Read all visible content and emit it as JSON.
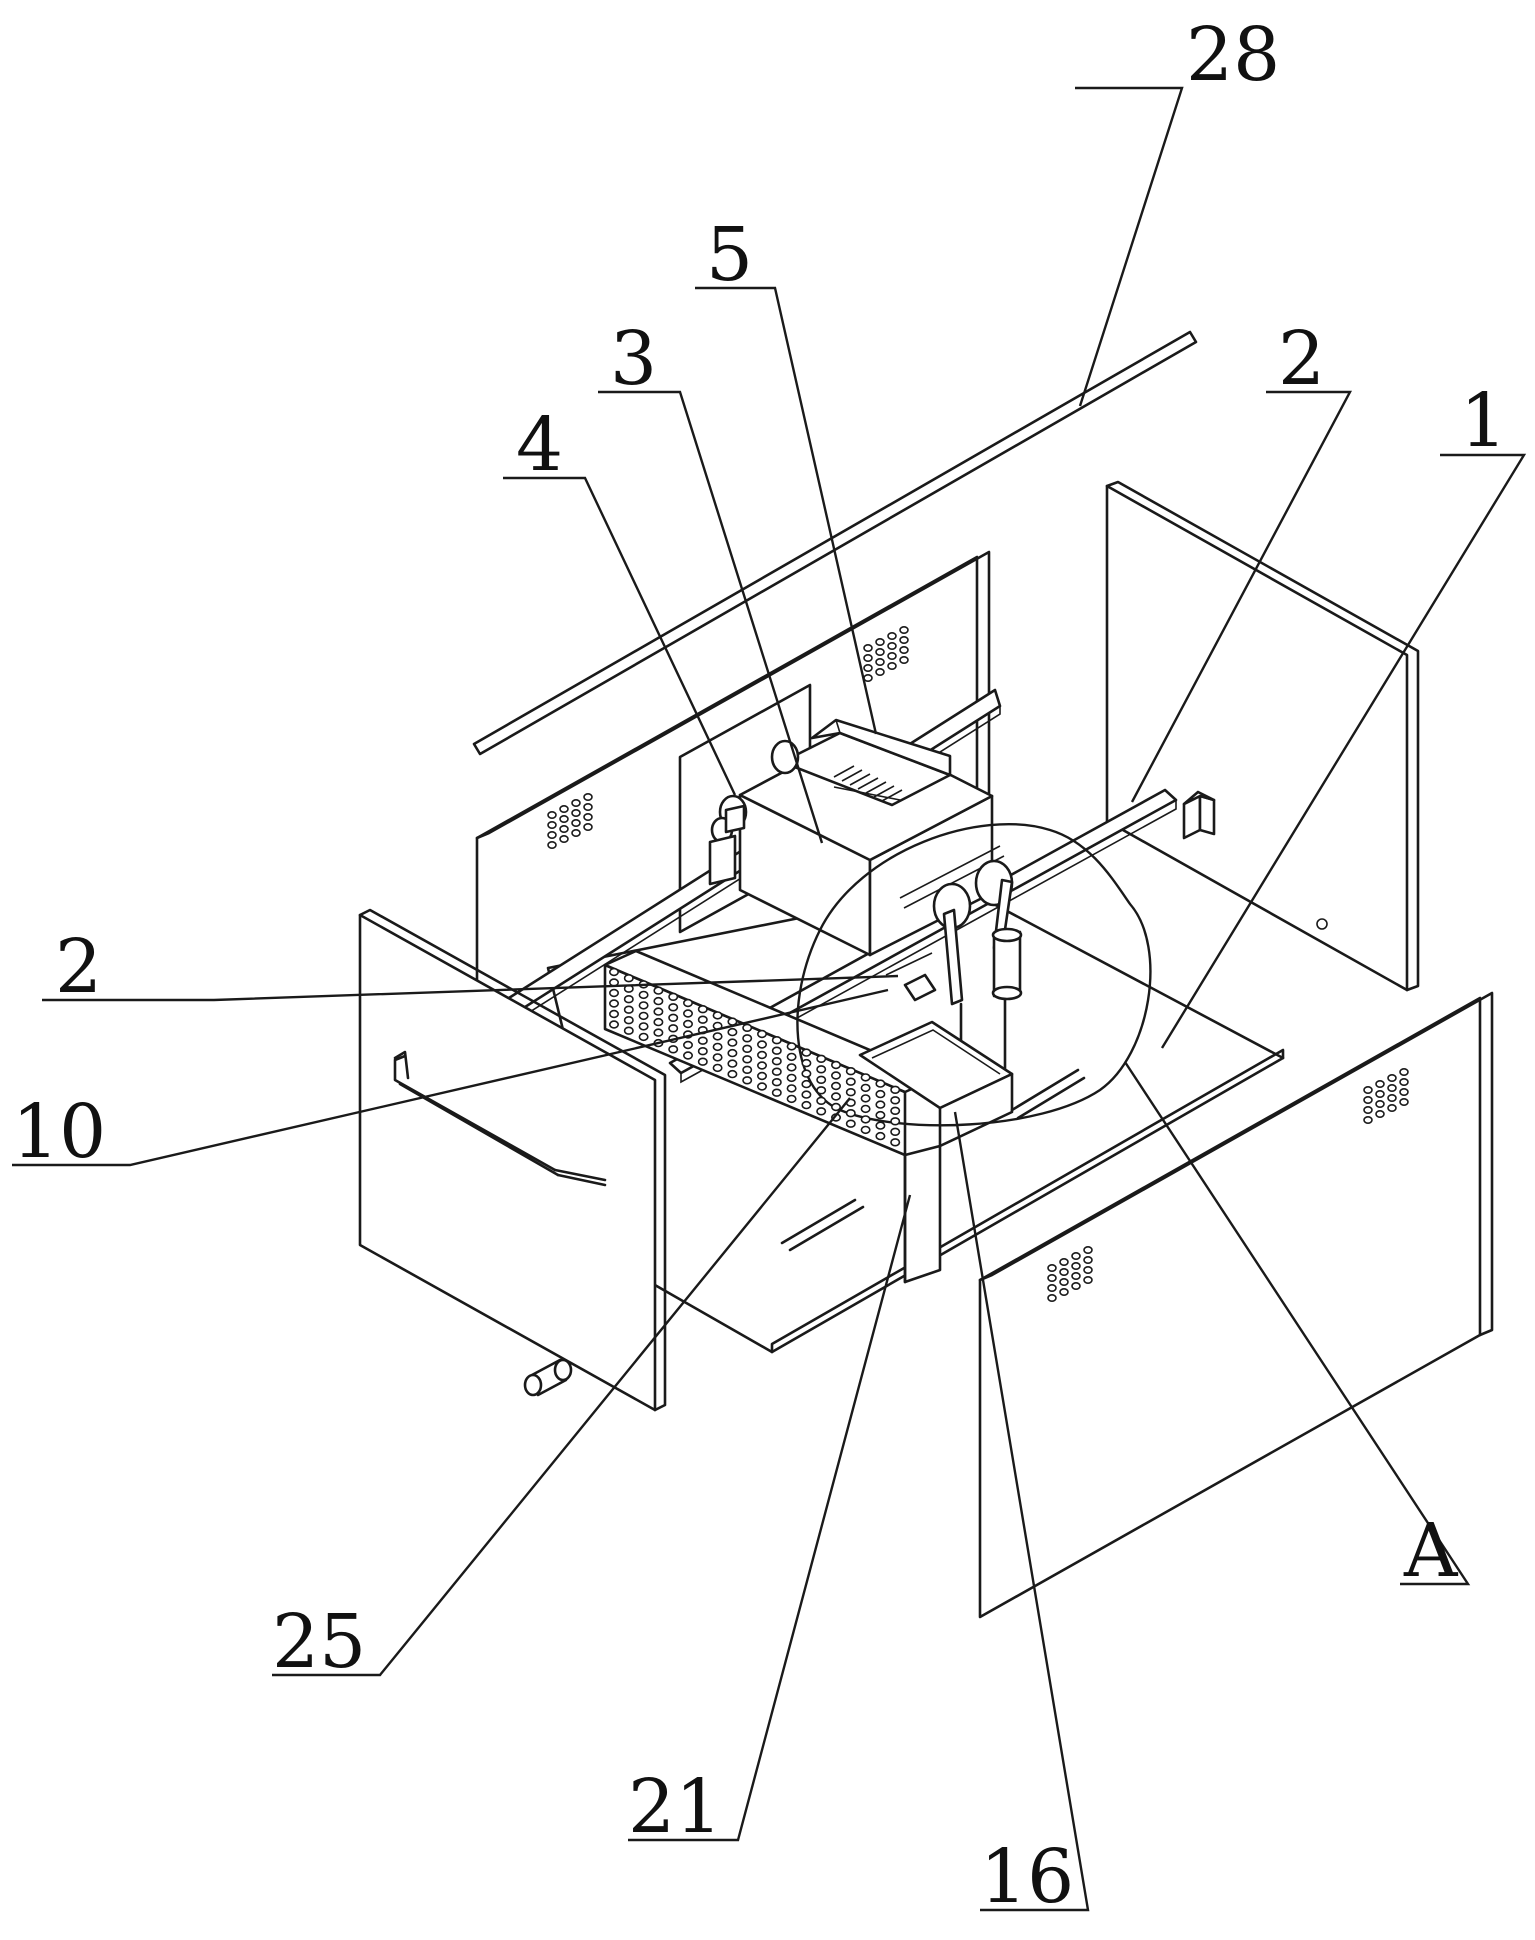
{
  "labels": {
    "l28": "28",
    "l5": "5",
    "l3": "3",
    "l2_top": "2",
    "l1": "1",
    "l4": "4",
    "l2_left": "2",
    "l10": "10",
    "l25": "25",
    "l21": "21",
    "l16": "16",
    "lA": "A"
  }
}
